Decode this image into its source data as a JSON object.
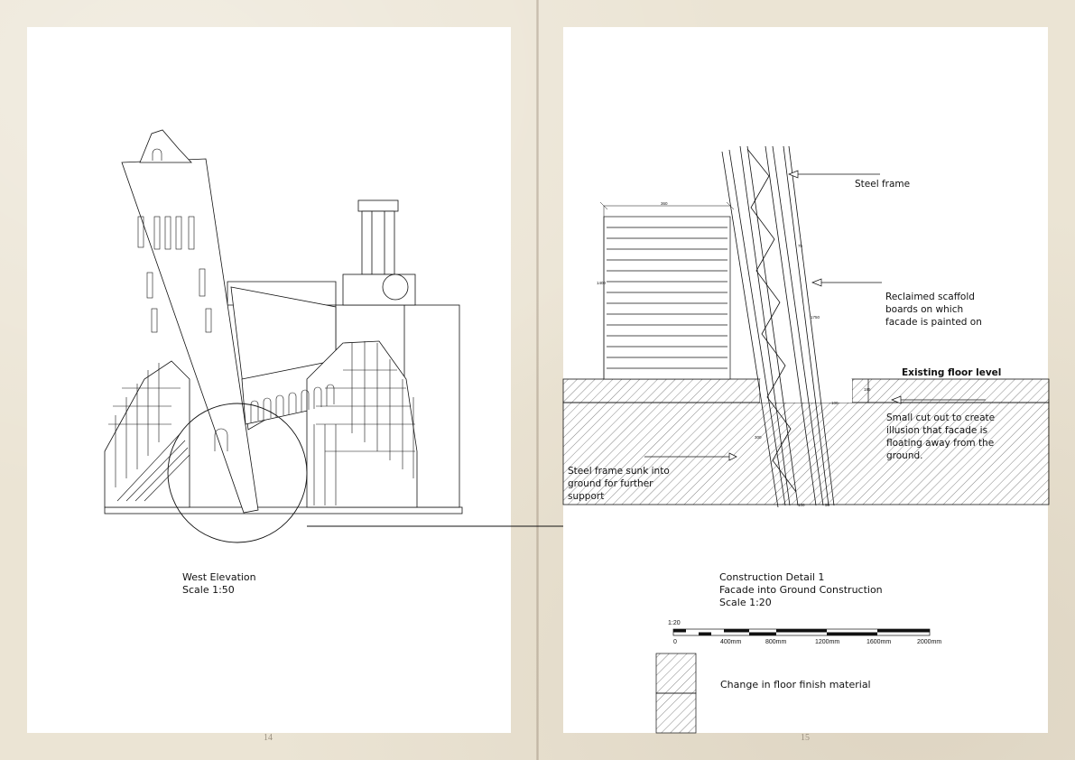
{
  "left_page": {
    "caption_title": "West Elevation",
    "caption_scale": "Scale 1:50",
    "page_number": "14"
  },
  "right_page": {
    "labels": {
      "steel_frame": "Steel frame",
      "reclaimed_1": "Reclaimed scaffold",
      "reclaimed_2": "boards on which",
      "reclaimed_3": "facade is painted on",
      "existing_floor": "Existing floor level",
      "cutout_1": "Small cut out to create",
      "cutout_2": "illusion that facade is",
      "cutout_3": "floating away from the",
      "cutout_4": "ground.",
      "sunk_1": "Steel frame sunk into",
      "sunk_2": "ground for further",
      "sunk_3": "support"
    },
    "dimensions": {
      "panel_width": "360",
      "panel_height": "1400",
      "frame_mid": "1750",
      "cutout_height": "185",
      "cutout_width": "100",
      "sunk_depth": "300",
      "base_left": "100",
      "base_right": "50"
    },
    "caption_1": "Construction Detail 1",
    "caption_2": "Facade into Ground Construction",
    "caption_3": "Scale 1:20",
    "scale_bar": {
      "ratio": "1:20",
      "ticks": [
        "0",
        "400mm",
        "800mm",
        "1200mm",
        "1600mm",
        "2000mm"
      ]
    },
    "legend_label": "Change in floor finish material",
    "page_number": "15"
  }
}
